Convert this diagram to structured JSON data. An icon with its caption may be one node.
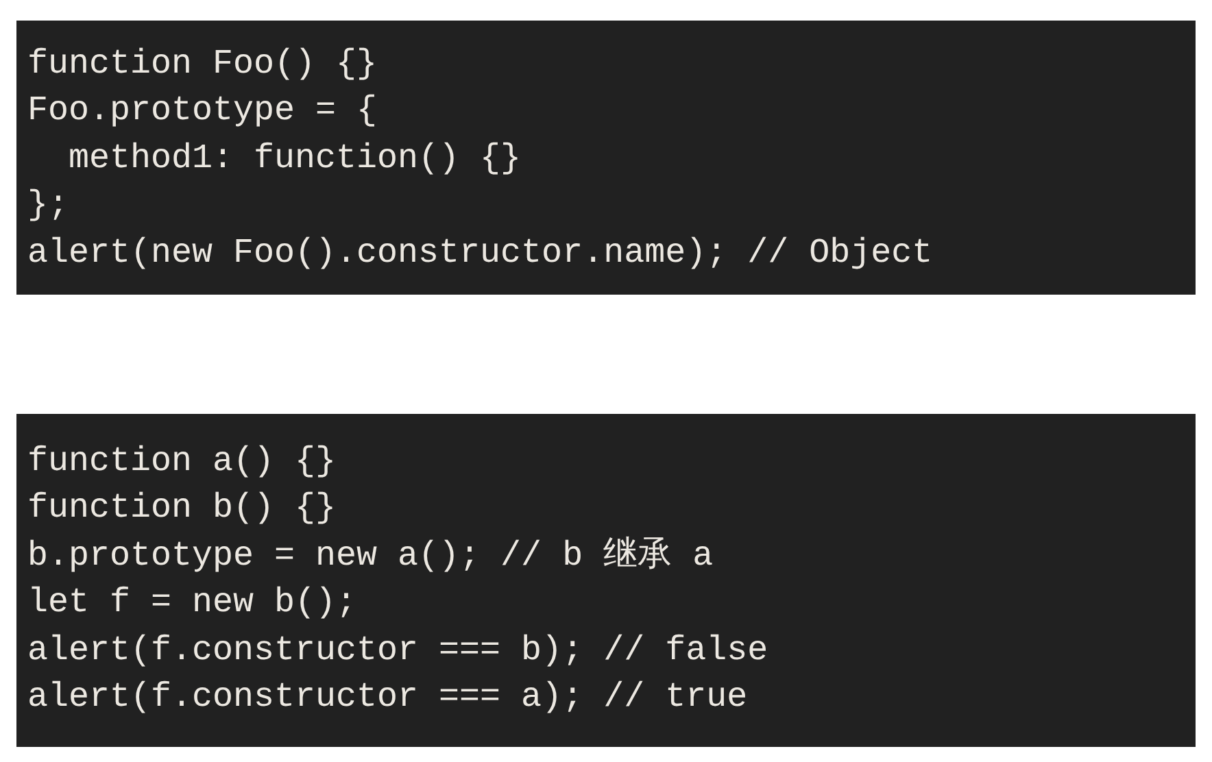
{
  "diagram": {
    "nodes": [
      {
        "text": [
          "function Foo() {}",
          "Foo.prototype = {",
          "  method1: function() {}",
          "};",
          "alert(new Foo().constructor.name); // Object"
        ]
      },
      {
        "text": [
          "function a() {}",
          "function b() {}",
          "b.prototype = new a(); // b 继承 a",
          "let f = new b();",
          "alert(f.constructor === b); // false",
          "alert(f.constructor === a); // true"
        ]
      }
    ]
  }
}
